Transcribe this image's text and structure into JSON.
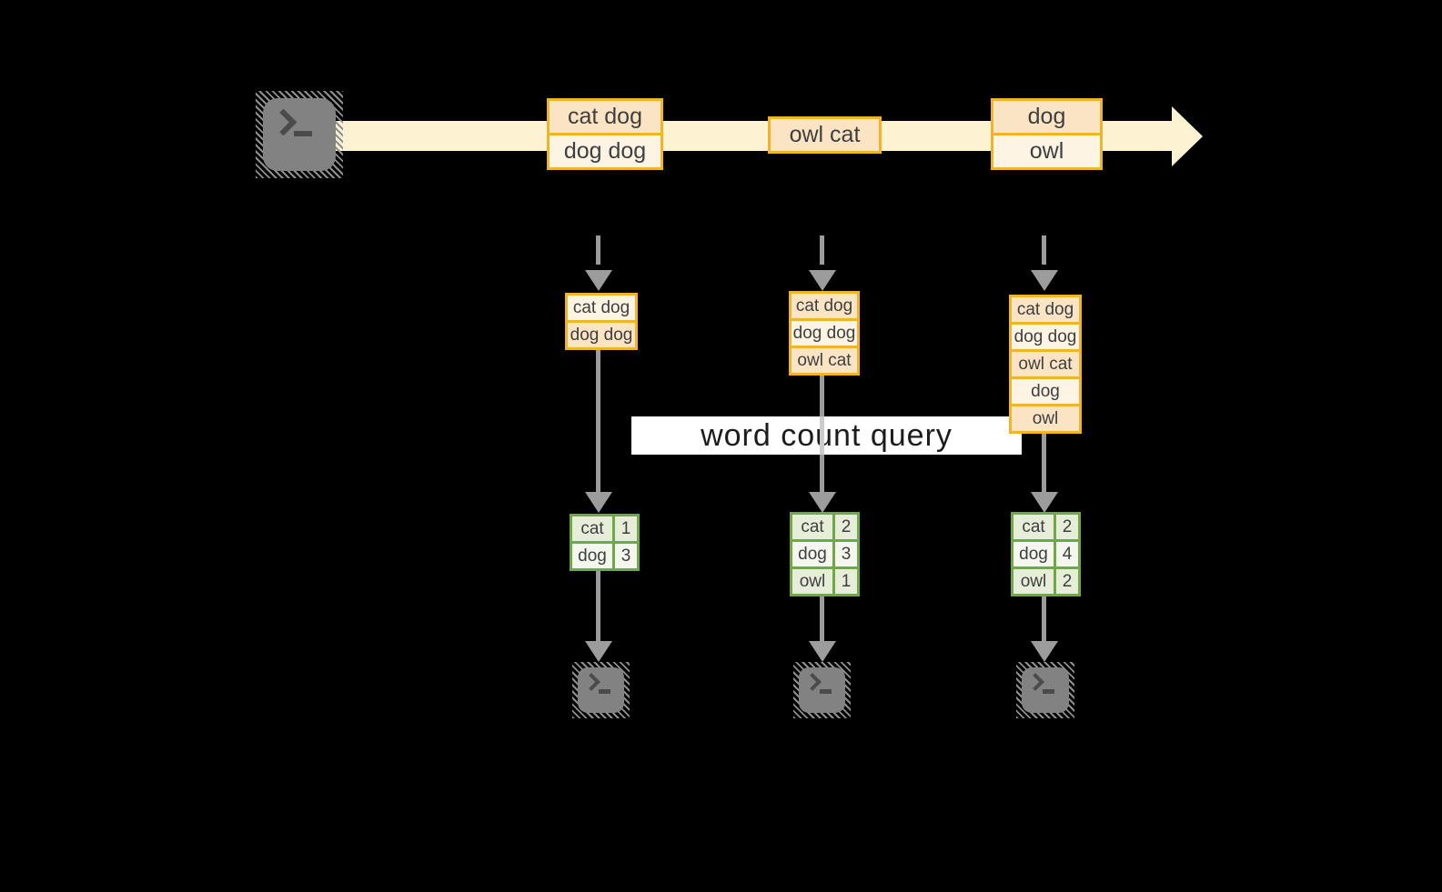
{
  "colors": {
    "background": "#000000",
    "stream_band": "#fdf2d2",
    "box_border": "#f0b429",
    "box_fill_dark": "#fae4c4",
    "box_fill_light": "#fdf4e4",
    "table_border": "#6fa845",
    "cell_fill_dark": "#e6eeda",
    "cell_fill_light": "#f3f7ee",
    "arrow_gray": "#9c9c9c",
    "arrow_gray_faded": "#cccccc",
    "terminal_fill": "#828282",
    "terminal_hatch": "#8f8f8f",
    "terminal_glyph": "#4b4b4b",
    "banner_bg": "#ffffff",
    "banner_text": "#1c1c1c",
    "label_text": "#3f3f3f"
  },
  "stream": {
    "source_icon": "terminal-prompt-icon",
    "events": [
      {
        "lines": [
          {
            "text": "cat dog"
          },
          {
            "text": "dog dog"
          }
        ]
      },
      {
        "lines": [
          {
            "text": "owl cat"
          }
        ]
      },
      {
        "lines": [
          {
            "text": "dog"
          },
          {
            "text": "owl"
          }
        ]
      }
    ]
  },
  "query_banner": {
    "label": "word count query"
  },
  "columns": [
    {
      "window_rows": [
        {
          "text": "cat dog"
        },
        {
          "text": "dog dog"
        }
      ],
      "counts": [
        {
          "word": "cat",
          "count": "1"
        },
        {
          "word": "dog",
          "count": "3"
        }
      ],
      "sink_icon": "terminal-prompt-icon"
    },
    {
      "window_rows": [
        {
          "text": "cat dog"
        },
        {
          "text": "dog dog"
        },
        {
          "text": "owl cat"
        }
      ],
      "counts": [
        {
          "word": "cat",
          "count": "2"
        },
        {
          "word": "dog",
          "count": "3"
        },
        {
          "word": "owl",
          "count": "1"
        }
      ],
      "sink_icon": "terminal-prompt-icon"
    },
    {
      "window_rows": [
        {
          "text": "cat dog"
        },
        {
          "text": "dog dog"
        },
        {
          "text": "owl cat"
        },
        {
          "text": "dog"
        },
        {
          "text": "owl"
        }
      ],
      "counts": [
        {
          "word": "cat",
          "count": "2"
        },
        {
          "word": "dog",
          "count": "4"
        },
        {
          "word": "owl",
          "count": "2"
        }
      ],
      "sink_icon": "terminal-prompt-icon"
    }
  ]
}
